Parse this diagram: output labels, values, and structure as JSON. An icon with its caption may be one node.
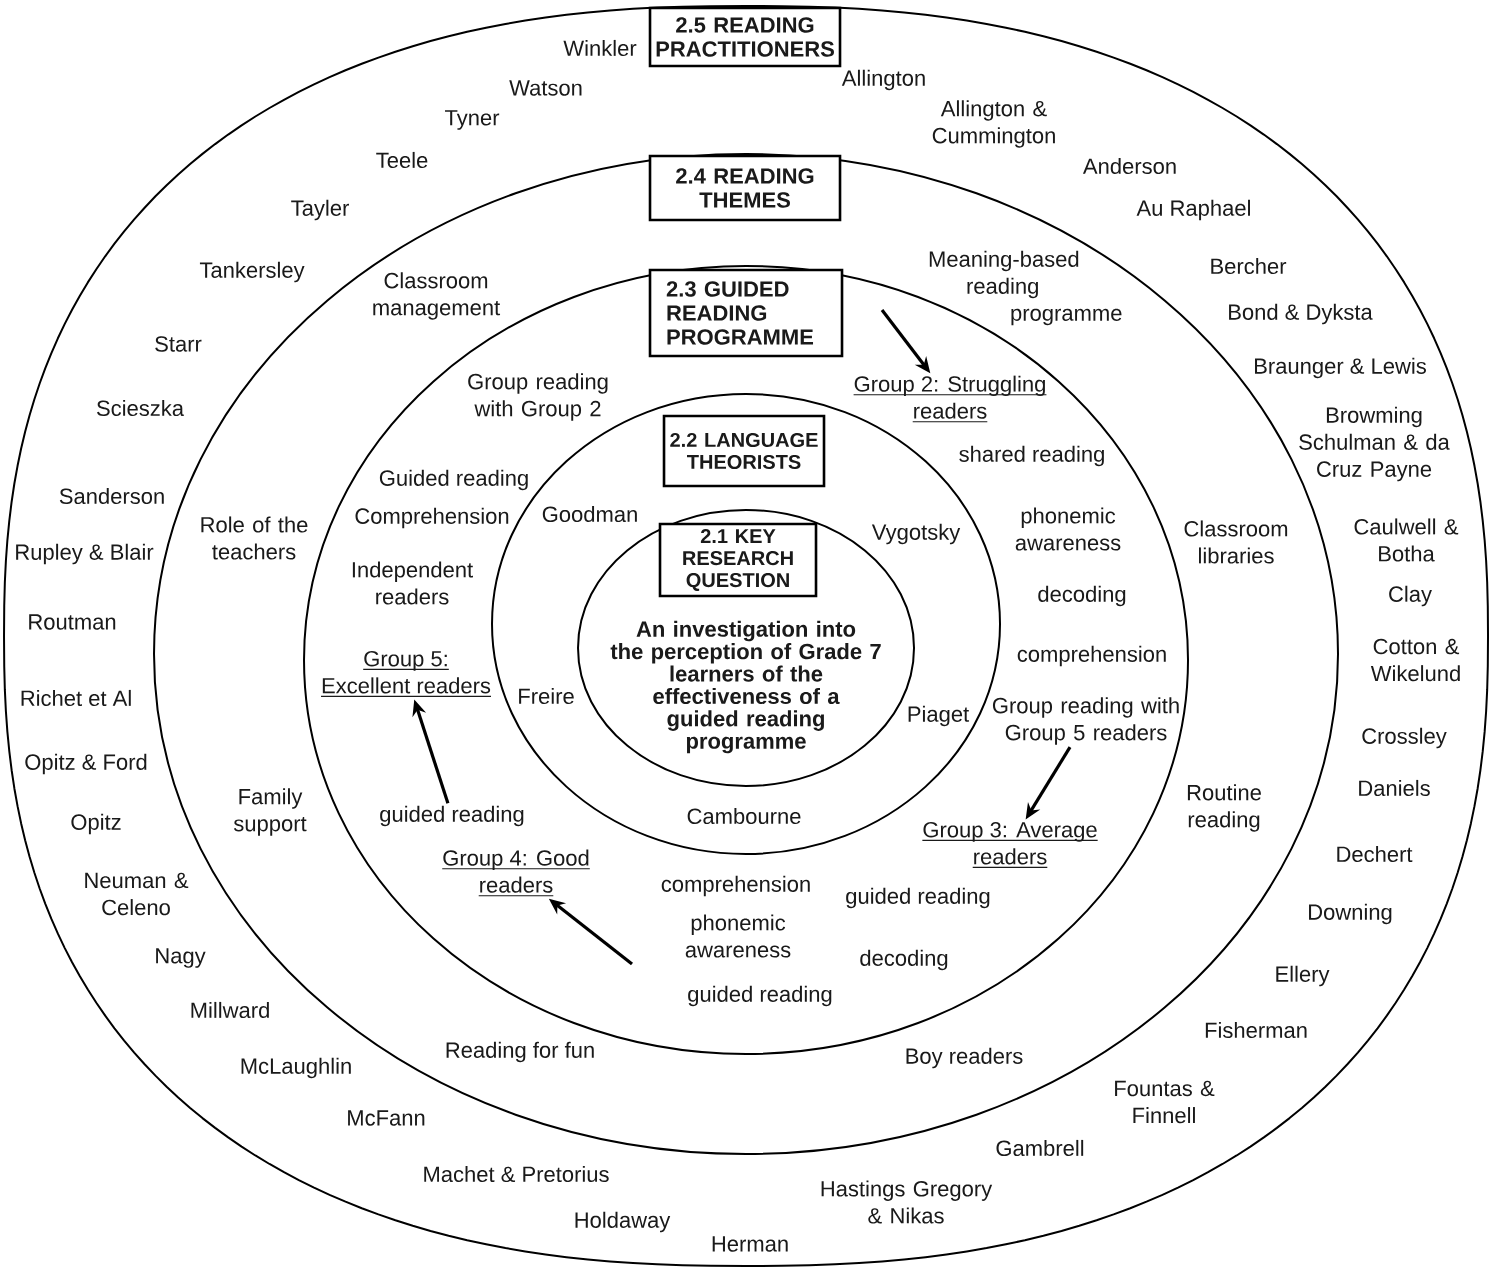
{
  "diagram": {
    "nodes": [
      {
        "text": [
          "Winkler",
          "Watson",
          "Allington",
          "Tyner",
          "Allington & Cummington",
          "Teele",
          "Anderson",
          "Tayler",
          "Au Raphael",
          "Tankersley",
          "Bercher",
          "Bond & Dyksta",
          "Starr",
          "Braunger & Lewis",
          "Scieszka",
          "Browming Schulman & da Cruz Payne",
          "Sanderson",
          "Rupley & Blair",
          "Caulwell & Botha",
          "Clay",
          "Routman",
          "Cotton & Wikelund",
          "Richet et Al",
          "Crossley",
          "Opitz & Ford",
          "Daniels",
          "Opitz",
          "Dechert",
          "Neuman & Celeno",
          "Downing",
          "Nagy",
          "Ellery",
          "Millward",
          "Fisherman",
          "McLaughlin",
          "McFann",
          "Fountas & Finnell",
          "Gambrell",
          "Machet & Pretorius",
          "Holdaway",
          "Hastings Gregory & Nikas",
          "Herman"
        ]
      },
      {
        "text": [
          "2.5 READING PRACTITIONERS"
        ],
        "in": 0
      },
      {
        "text": [
          "Classroom management",
          "Meaning-based reading programme",
          "Role of the teachers",
          "Classroom libraries",
          "Family support",
          "Routine reading",
          "Reading for fun",
          "Boy readers"
        ],
        "in": 0
      },
      {
        "text": [
          "2.4 READING THEMES"
        ],
        "in": 2
      },
      {
        "text": [
          "Group reading with Group 2",
          "shared reading",
          "Guided reading",
          "Comprehension",
          "phonemic awareness",
          "Independent readers",
          "decoding",
          "comprehension",
          "comprehension",
          "guided reading",
          "phonemic awareness",
          "decoding",
          "guided reading"
        ],
        "in": 2
      },
      {
        "text": [
          "2.3 GUIDED READING PROGRAMME"
        ],
        "in": 4
      },
      {
        "text": [
          "Group 2: Struggling readers"
        ],
        "in": 4
      },
      {
        "text": [
          "Group reading with Group 5 readers"
        ],
        "in": 4
      },
      {
        "text": [
          "Group 3: Average readers"
        ],
        "in": 4
      },
      {
        "text": [
          "Group 4: Good readers"
        ],
        "in": 4
      },
      {
        "text": [
          "guided reading"
        ],
        "in": 4
      },
      {
        "text": [
          "Group 5: Excellent readers"
        ],
        "in": 4
      },
      {
        "text": [
          "Goodman",
          "Vygotsky",
          "Freire",
          "Piaget",
          "Cambourne"
        ],
        "in": 4
      },
      {
        "text": [
          "2.2 LANGUAGE THEORISTS"
        ],
        "in": 12
      },
      {
        "text": [
          "An investigation into the perception of Grade 7 learners of the effectiveness of a guided reading programme"
        ],
        "in": 12
      },
      {
        "text": [
          "2.1 KEY RESEARCH QUESTION"
        ],
        "in": 14
      }
    ],
    "edges": [
      {
        "from": null,
        "to": 6,
        "arrow": "to"
      },
      {
        "from": 7,
        "to": 8,
        "arrow": "to"
      },
      {
        "from": null,
        "to": 9,
        "arrow": "to"
      },
      {
        "from": 10,
        "to": 11,
        "arrow": "to"
      }
    ]
  }
}
